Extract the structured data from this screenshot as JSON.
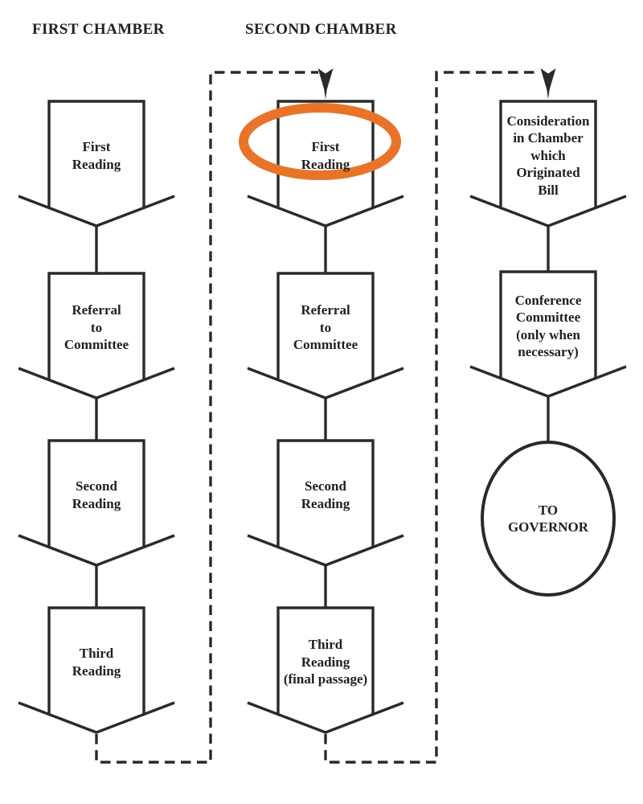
{
  "first_chamber": {
    "title": "FIRST CHAMBER",
    "steps": [
      {
        "label": [
          "First",
          "Reading"
        ]
      },
      {
        "label": [
          "Referral",
          "to",
          "Committee"
        ]
      },
      {
        "label": [
          "Second",
          "Reading"
        ]
      },
      {
        "label": [
          "Third",
          "Reading"
        ]
      }
    ]
  },
  "second_chamber": {
    "title": "SECOND CHAMBER",
    "steps": [
      {
        "label": [
          "First",
          "Reading"
        ]
      },
      {
        "label": [
          "Referral",
          "to",
          "Committee"
        ]
      },
      {
        "label": [
          "Second",
          "Reading"
        ]
      },
      {
        "label": [
          "Third",
          "Reading",
          "(final passage)"
        ]
      }
    ]
  },
  "resolution": {
    "steps": [
      {
        "label": [
          "Consideration",
          "in Chamber",
          "which",
          "Originated",
          "Bill"
        ]
      },
      {
        "label": [
          "Conference",
          "Committee",
          "(only when",
          "necessary)"
        ]
      }
    ],
    "terminal": {
      "label": [
        "TO",
        "GOVERNOR"
      ]
    }
  },
  "annotation": {
    "shape": "ellipse",
    "color": "#E8742A",
    "highlights": "Second chamber First Reading"
  },
  "colors": {
    "line": "#2a2a2a",
    "background": "#ffffff"
  }
}
